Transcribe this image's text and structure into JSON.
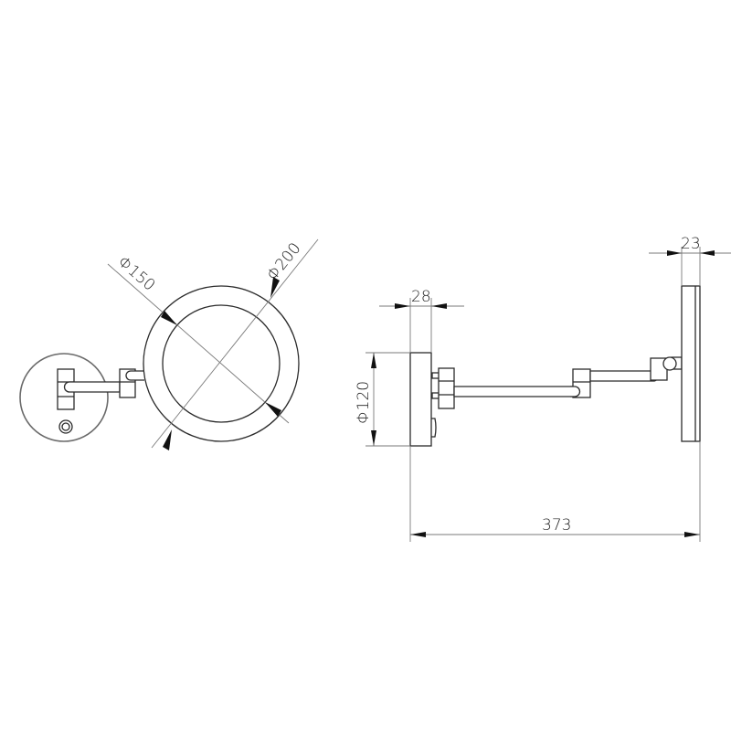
{
  "drawing": {
    "type": "technical-drawing",
    "subject": "wall-mounted cosmetic mirror with swing arm",
    "units": "mm",
    "colors": {
      "line": "#2b2b2b",
      "dimension": "#7a7a7a",
      "background": "#ffffff"
    }
  },
  "front_view": {
    "dimensions": {
      "mirror_inner_diameter": {
        "symbol": "Φ",
        "value": "150",
        "label": "Φ150"
      },
      "mirror_outer_diameter": {
        "symbol": "Φ",
        "value": "200",
        "label": "Φ200"
      }
    },
    "parts": [
      "wall-plate",
      "wall-bracket",
      "power-button",
      "swing-arm",
      "hinge",
      "mirror-outer-ring",
      "mirror-glass"
    ]
  },
  "side_view": {
    "dimensions": {
      "wall_plate_depth": {
        "value": "28",
        "label": "28"
      },
      "wall_plate_diameter": {
        "symbol": "Φ",
        "value": "120",
        "label": "Φ120"
      },
      "mirror_depth": {
        "value": "23",
        "label": "23"
      },
      "total_projection": {
        "value": "373",
        "label": "373"
      }
    },
    "parts": [
      "wall-plate",
      "wall-bracket",
      "switch",
      "lower-arm",
      "middle-hinge",
      "upper-arm",
      "pivot-joint",
      "mirror-body"
    ]
  }
}
